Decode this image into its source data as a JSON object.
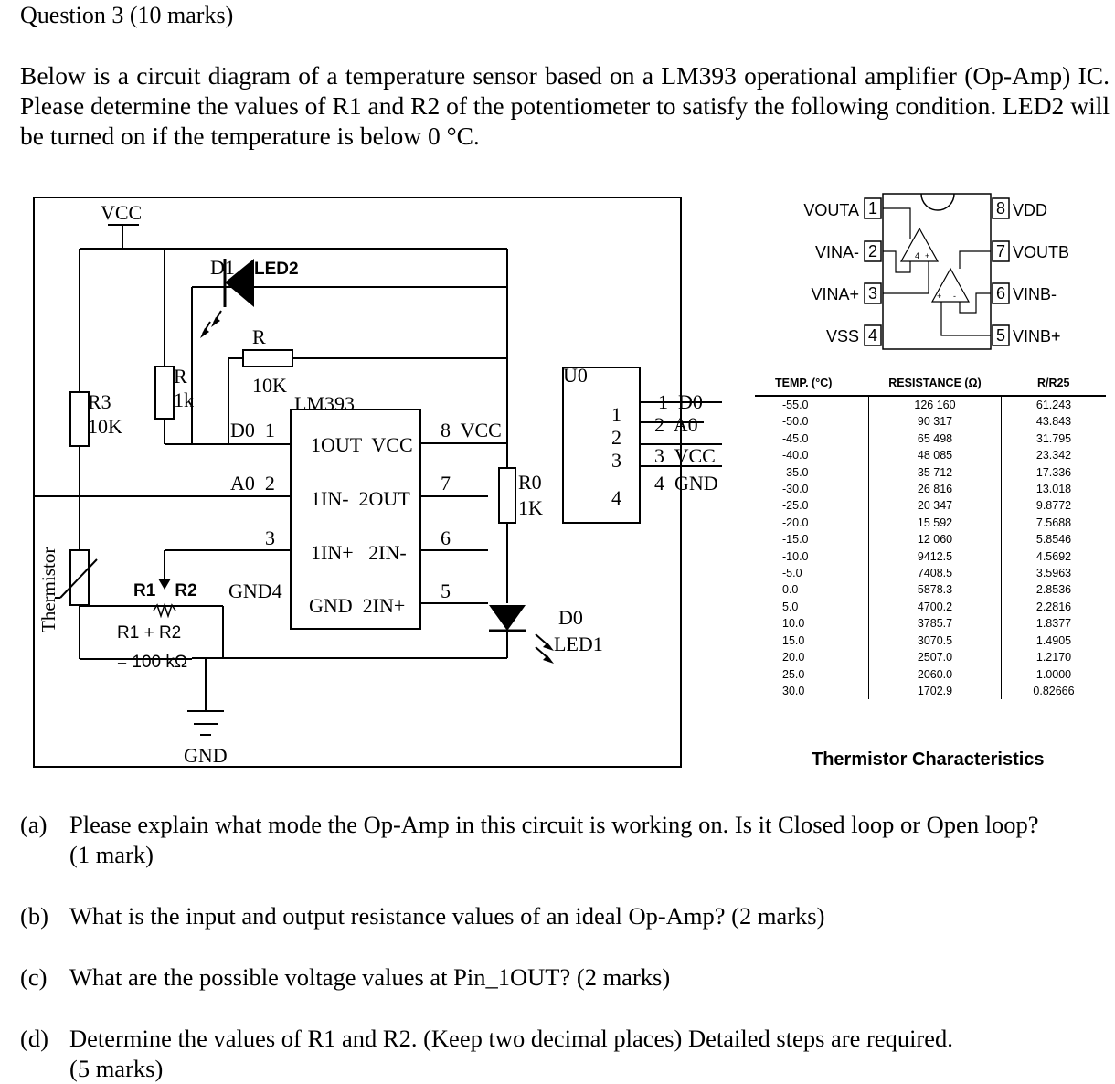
{
  "question": {
    "title": "Question 3 (10 marks)",
    "intro": "Below is a circuit diagram of a temperature sensor based on a LM393 operational amplifier (Op-Amp) IC. Please determine the values of R1 and R2 of the potentiometer to satisfy the following condition. LED2 will be turned on if the temperature is below 0 °C."
  },
  "circuit": {
    "vcc": "VCC",
    "gnd": "GND",
    "r3_name": "R3",
    "r3_value": "10K",
    "r_1k_name": "R",
    "r_1k_value": "1k",
    "r_10k_name": "R",
    "r_10k_value": "10K",
    "d1": "D1",
    "led2": "LED2",
    "lm393": "LM393",
    "pin_d0_1": "D0  1",
    "pin_a0_2": "A0  2",
    "pin_3": "3",
    "pin_gnd4": "GND4",
    "ic_row1": "1OUT  VCC",
    "ic_row2": "1IN-  2OUT",
    "ic_row3": "1IN+   2IN-",
    "ic_row4": "GND  2IN+",
    "pin_8_vcc": "8  VCC",
    "pin_7": "7",
    "pin_6": "6",
    "pin_5": "5",
    "r0_name": "R0",
    "r0_value": "1K",
    "u0": "U0",
    "header_pins": [
      "1",
      "2",
      "3",
      "4"
    ],
    "header_signals": [
      "1  D0",
      "2  A0",
      "3  VCC",
      "4  GND"
    ],
    "d0": "D0",
    "led1": "LED1",
    "pot_label": "R1    R2",
    "pot_sum_line1": "R1 + R2",
    "pot_sum_line2": "= 100 kΩ",
    "thermistor": "Thermistor"
  },
  "pinout": {
    "left": [
      {
        "label": "VOUTA",
        "pin": "1"
      },
      {
        "label": "VINA-",
        "pin": "2"
      },
      {
        "label": "VINA+",
        "pin": "3"
      },
      {
        "label": "VSS",
        "pin": "4"
      }
    ],
    "right": [
      {
        "label": "VDD",
        "pin": "8"
      },
      {
        "label": "VOUTB",
        "pin": "7"
      },
      {
        "label": "VINB-",
        "pin": "6"
      },
      {
        "label": "VINB+",
        "pin": "5"
      }
    ]
  },
  "thermistor_table": {
    "headers": [
      "TEMP. (°C)",
      "RESISTANCE (Ω)",
      "R/R25"
    ],
    "rows": [
      [
        "-55.0",
        "126 160",
        "61.243"
      ],
      [
        "-50.0",
        "90 317",
        "43.843"
      ],
      [
        "-45.0",
        "65 498",
        "31.795"
      ],
      [
        "-40.0",
        "48 085",
        "23.342"
      ],
      [
        "-35.0",
        "35 712",
        "17.336"
      ],
      [
        "-30.0",
        "26 816",
        "13.018"
      ],
      [
        "-25.0",
        "20 347",
        "9.8772"
      ],
      [
        "-20.0",
        "15 592",
        "7.5688"
      ],
      [
        "-15.0",
        "12 060",
        "5.8546"
      ],
      [
        "-10.0",
        "9412.5",
        "4.5692"
      ],
      [
        "-5.0",
        "7408.5",
        "3.5963"
      ],
      [
        "0.0",
        "5878.3",
        "2.8536"
      ],
      [
        "5.0",
        "4700.2",
        "2.2816"
      ],
      [
        "10.0",
        "3785.7",
        "1.8377"
      ],
      [
        "15.0",
        "3070.5",
        "1.4905"
      ],
      [
        "20.0",
        "2507.0",
        "1.2170"
      ],
      [
        "25.0",
        "2060.0",
        "1.0000"
      ],
      [
        "30.0",
        "1702.9",
        "0.82666"
      ]
    ],
    "caption": "Thermistor Characteristics"
  },
  "parts": [
    {
      "label": "(a)",
      "line1": "Please explain what mode the Op-Amp in this circuit is working on. Is it Closed loop or Open loop?",
      "line2": "(1 mark)"
    },
    {
      "label": "(b)",
      "line1": "What is the input and output resistance values of an ideal Op-Amp? (2 marks)",
      "line2": ""
    },
    {
      "label": "(c)",
      "line1": "What are the possible voltage values at Pin_1OUT?  (2 marks)",
      "line2": ""
    },
    {
      "label": "(d)",
      "line1": "Determine the values of R1 and R2. (Keep two decimal places) Detailed steps are required.",
      "line2": "(5 marks)"
    }
  ]
}
